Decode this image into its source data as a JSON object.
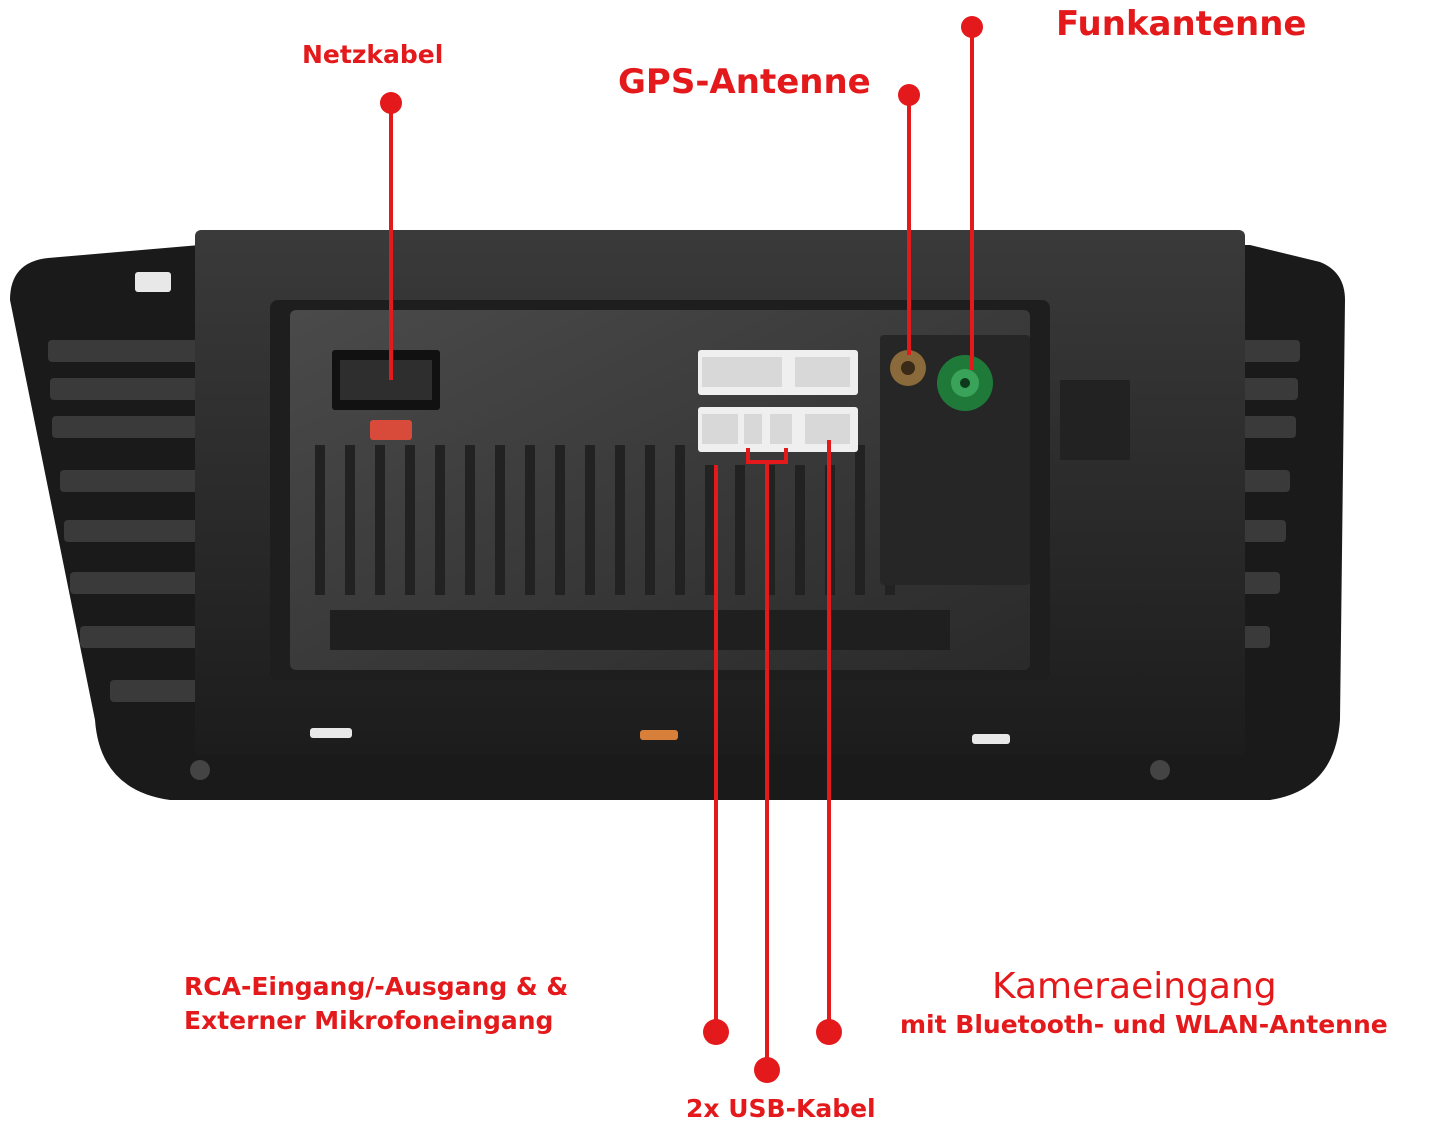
{
  "labels": {
    "power_cable": "Netzkabel",
    "gps_antenna": "GPS-Antenne",
    "radio_antenna": "Funkantenne",
    "rca_line1": "RCA-Eingang/-Ausgang & &",
    "rca_line2": "Externer Mikrofoneingang",
    "usb_cable": "2x USB-Kabel",
    "camera_title": "Kameraeingang",
    "camera_sub": "mit Bluetooth- und WLAN-Antenne"
  },
  "colors": {
    "callout": "#e3191b",
    "unit_body": "#2b2b2b",
    "antenna_green": "#1f7a3a",
    "connector_white": "#efefef",
    "fuse_red": "#d84a3a"
  }
}
